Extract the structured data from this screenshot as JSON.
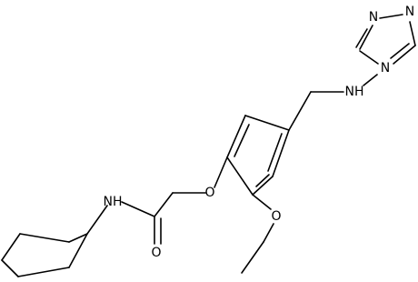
{
  "colors": {
    "background": "#ffffff",
    "bond": "#000000",
    "label": "#000000"
  },
  "atoms": {
    "triazole_n1": "N",
    "triazole_n2": "N",
    "triazole_n4": "N",
    "amine_nh": "NH",
    "ether_o_top": "O",
    "ether_o_ethoxy": "O",
    "amide_nh": "NH",
    "carbonyl_o": "O"
  }
}
